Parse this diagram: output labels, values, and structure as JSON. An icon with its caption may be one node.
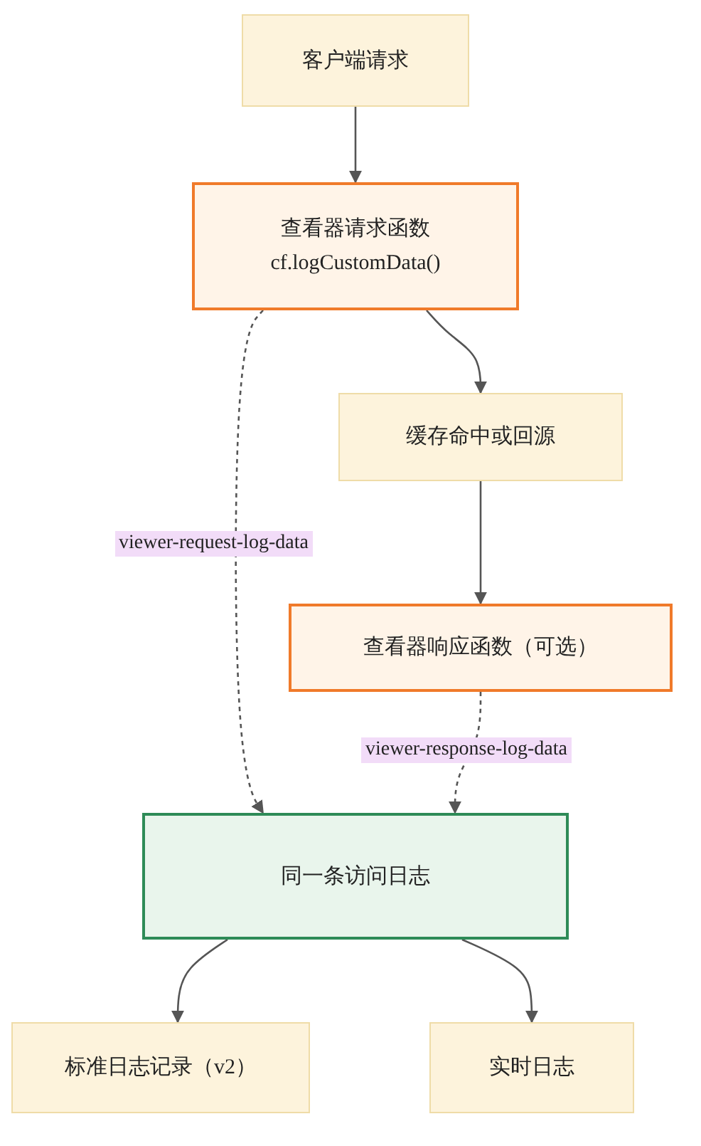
{
  "diagram": {
    "nodes": [
      {
        "text": [
          "客户端请求"
        ]
      },
      {
        "text": [
          "查看器请求函数",
          "cf.logCustomData()"
        ]
      },
      {
        "text": [
          "缓存命中或回源"
        ]
      },
      {
        "text": [
          "查看器响应函数（可选）"
        ]
      },
      {
        "text": [
          "同一条访问日志"
        ]
      },
      {
        "text": [
          "标准日志记录（v2）"
        ]
      },
      {
        "text": [
          "实时日志"
        ]
      }
    ],
    "edges": [
      {
        "from": 0,
        "to": 1,
        "arrow": "to"
      },
      {
        "from": 1,
        "to": 2,
        "arrow": "to"
      },
      {
        "from": 2,
        "to": 3,
        "arrow": "to"
      },
      {
        "from": 1,
        "to": 4,
        "arrow": "to",
        "style": "dashed",
        "label": "viewer-request-log-data"
      },
      {
        "from": 3,
        "to": 4,
        "arrow": "to",
        "style": "dashed",
        "label": "viewer-response-log-data"
      },
      {
        "from": 4,
        "to": 5,
        "arrow": "to"
      },
      {
        "from": 4,
        "to": 6,
        "arrow": "to"
      }
    ]
  }
}
